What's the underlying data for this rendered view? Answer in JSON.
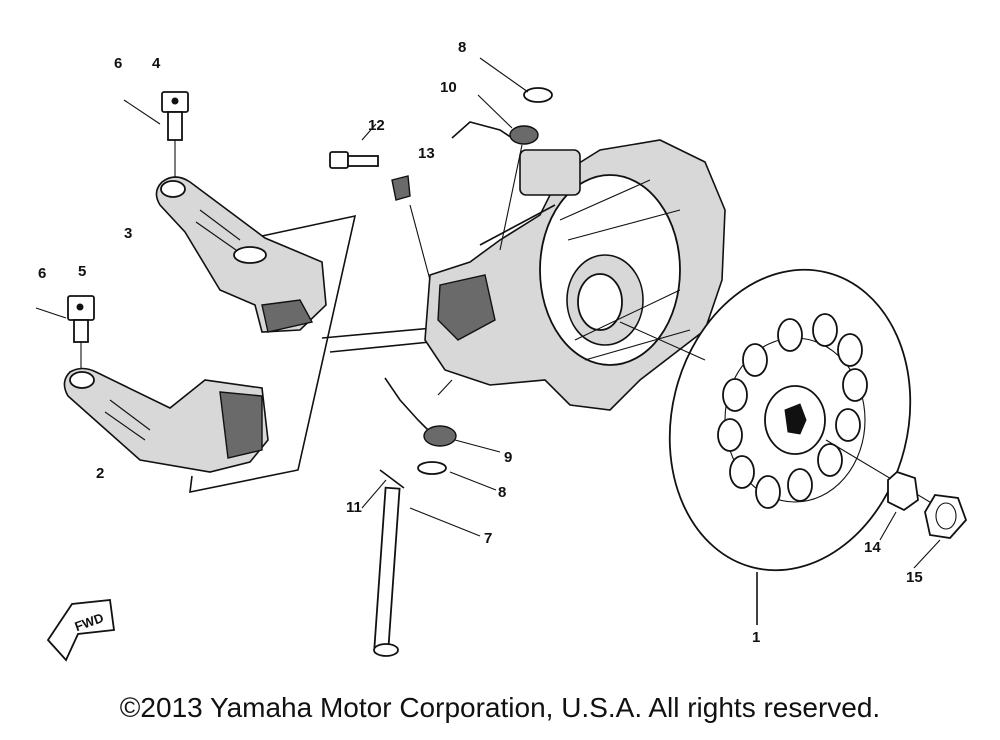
{
  "diagram": {
    "labels": {
      "p1": "1",
      "p2": "2",
      "p3": "3",
      "p4": "4",
      "p5": "5",
      "p6a": "6",
      "p6b": "6",
      "p7": "7",
      "p8a": "8",
      "p8b": "8",
      "p9": "9",
      "p10": "10",
      "p11": "11",
      "p12": "12",
      "p13": "13",
      "p14": "14",
      "p15": "15"
    },
    "fwd_arrow_text": "FWD"
  },
  "footer": {
    "copyright": "©2013 Yamaha Motor Corporation, U.S.A. All rights reserved."
  }
}
